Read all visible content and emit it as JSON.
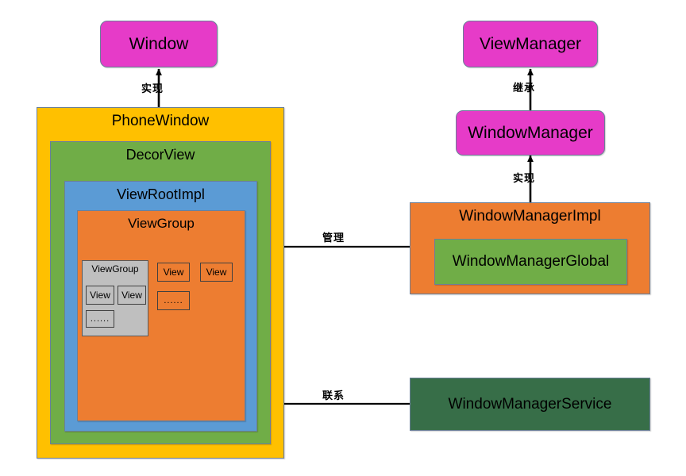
{
  "diagram": {
    "title": "Android Window / WindowManager architecture diagram",
    "background": "#ffffff"
  },
  "palette": {
    "magenta": "#e63bc8",
    "amber": "#ffc000",
    "green": "#70ad47",
    "blue": "#5b9bd5",
    "orange": "#ed7d31",
    "gray": "#bfbfbf",
    "dark_green": "#376e48",
    "border": "#6b7f99",
    "chip_border": "#404040",
    "arrow": "#000000"
  },
  "nodes": {
    "window": {
      "label": "Window",
      "fill": "#e63bc8",
      "shape": "rounded"
    },
    "phone_window": {
      "label": "PhoneWindow",
      "fill": "#ffc000",
      "shape": "rect"
    },
    "decor_view": {
      "label": "DecorView",
      "fill": "#70ad47",
      "shape": "rect"
    },
    "view_root_impl": {
      "label": "ViewRootImpl",
      "fill": "#5b9bd5",
      "shape": "rect"
    },
    "view_group": {
      "label": "ViewGroup",
      "fill": "#ed7d31",
      "shape": "rect"
    },
    "inner_view_group": {
      "label": "ViewGroup",
      "fill": "#bfbfbf",
      "shape": "rect"
    },
    "view_manager": {
      "label": "ViewManager",
      "fill": "#e63bc8",
      "shape": "rounded"
    },
    "window_manager": {
      "label": "WindowManager",
      "fill": "#e63bc8",
      "shape": "rounded"
    },
    "window_manager_impl": {
      "label": "WindowManagerImpl",
      "fill": "#ed7d31",
      "shape": "rect"
    },
    "window_manager_global": {
      "label": "WindowManagerGlobal",
      "fill": "#70ad47",
      "shape": "rect"
    },
    "window_manager_service": {
      "label": "WindowManagerService",
      "fill": "#376e48",
      "shape": "rect"
    }
  },
  "chips": {
    "inner_view_a": "View",
    "inner_view_b": "View",
    "inner_dots": "......",
    "outer_view_a": "View",
    "outer_view_b": "View",
    "outer_dots": "......"
  },
  "edges": [
    {
      "name": "phonewindow-implements-window",
      "label": "实现",
      "from": "phone_window",
      "to": "window",
      "direction": "up",
      "arrowheads": "end"
    },
    {
      "name": "windowmanager-inherits-viewmanager",
      "label": "继承",
      "from": "window_manager",
      "to": "view_manager",
      "direction": "up",
      "arrowheads": "end"
    },
    {
      "name": "windowmanagerimpl-implements-windowmanager",
      "label": "实现",
      "from": "window_manager_impl",
      "to": "window_manager",
      "direction": "up",
      "arrowheads": "end"
    },
    {
      "name": "windowmanagerimpl-manages-phonewindow",
      "label": "管理",
      "from": "window_manager_impl",
      "to": "phone_window",
      "direction": "left",
      "arrowheads": "end"
    },
    {
      "name": "viewrootimpl-connects-windowmanagerservice",
      "label": "联系",
      "from": "view_root_impl",
      "to": "window_manager_service",
      "direction": "both",
      "arrowheads": "both"
    }
  ]
}
